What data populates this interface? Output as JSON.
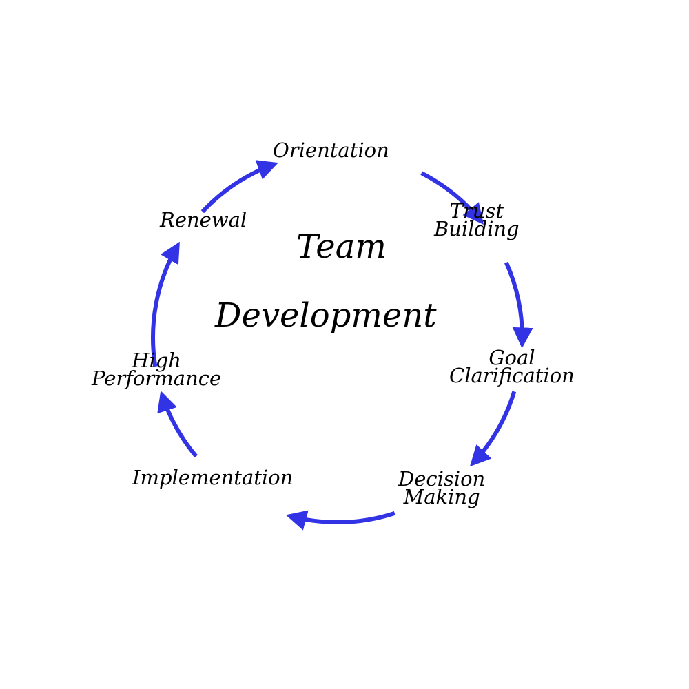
{
  "diagram": {
    "title_line1": "Team",
    "title_line2": "Development",
    "arrow_color": "#3333e6",
    "steps": [
      {
        "line1": "Orientation",
        "line2": ""
      },
      {
        "line1": "Trust",
        "line2": "Building"
      },
      {
        "line1": "Goal",
        "line2": "Clarification"
      },
      {
        "line1": "Decision",
        "line2": "Making"
      },
      {
        "line1": "Implementation",
        "line2": ""
      },
      {
        "line1": "High",
        "line2": "Performance"
      },
      {
        "line1": "Renewal",
        "line2": ""
      }
    ]
  },
  "stock_id": "373683502"
}
